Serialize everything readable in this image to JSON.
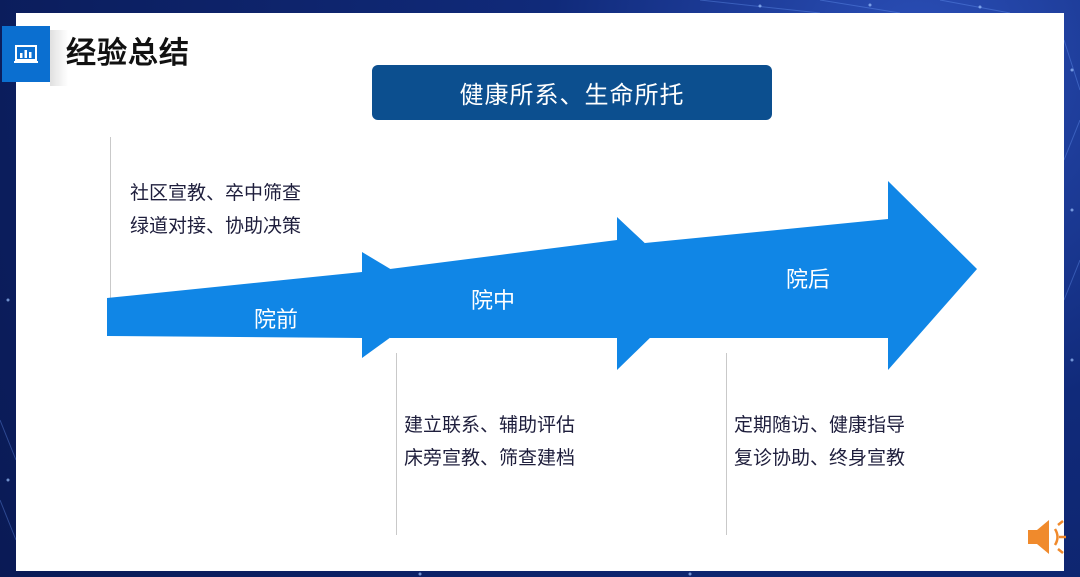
{
  "slide": {
    "title": "经验总结",
    "banner": "健康所系、生命所托"
  },
  "stages": [
    {
      "label": "院前"
    },
    {
      "label": "院中"
    },
    {
      "label": "院后"
    }
  ],
  "notes": {
    "pre": [
      "社区宣教、卒中筛查",
      "绿道对接、协助决策"
    ],
    "in": [
      "建立联系、辅助评估",
      "床旁宣教、筛查建档"
    ],
    "post": [
      "定期随访、健康指导",
      "复诊协助、终身宣教"
    ]
  },
  "colors": {
    "arrow": "#1086e6",
    "banner": "#0c4f8f",
    "badge": "#0b6fd0",
    "speaker": "#f08a2c"
  },
  "icons": {
    "badge": "chart-icon",
    "audio": "speaker-icon"
  }
}
